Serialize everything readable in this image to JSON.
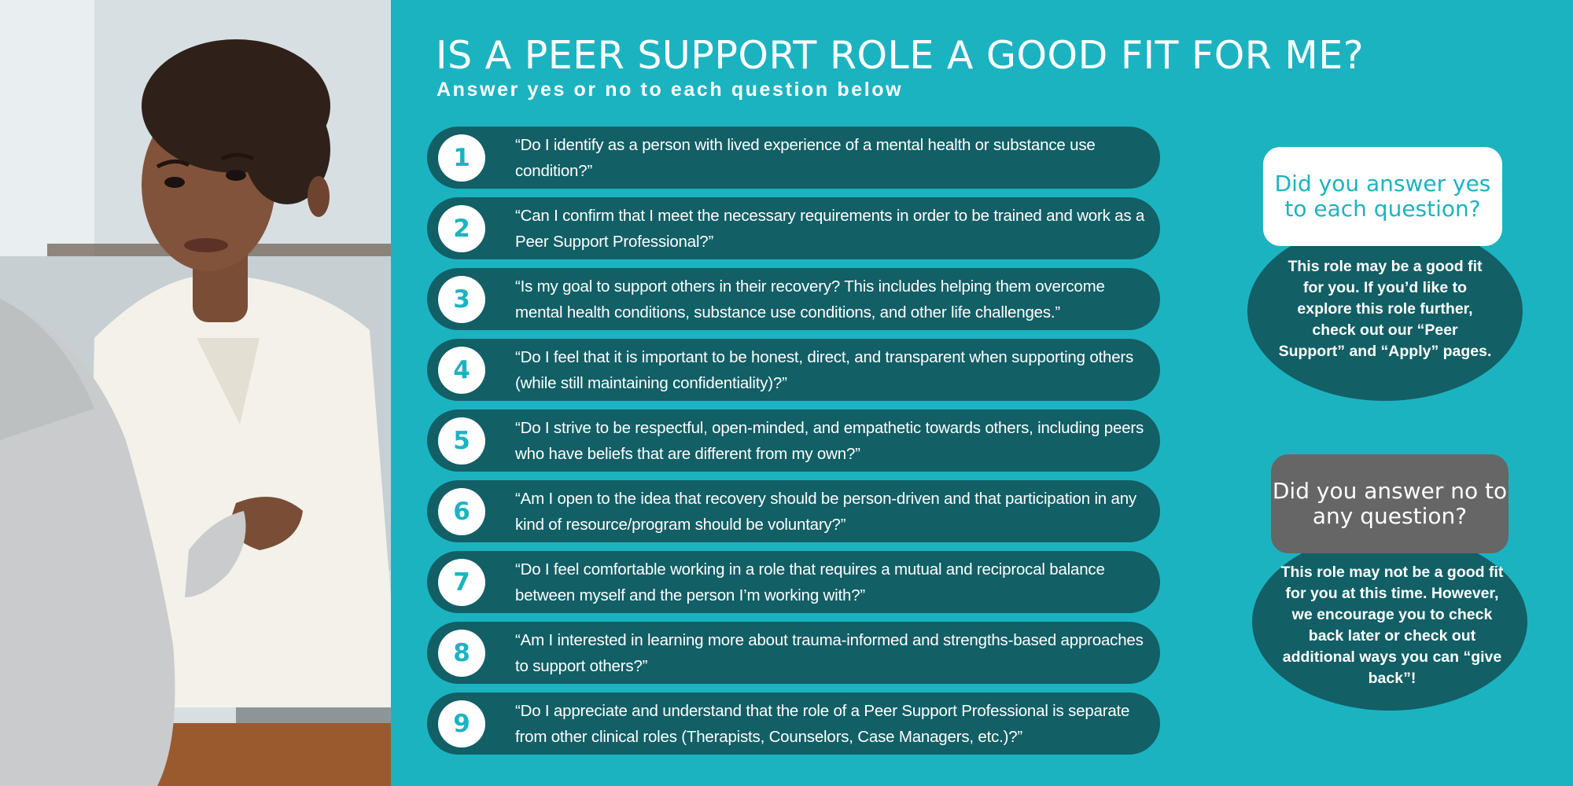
{
  "header": {
    "title": "IS A PEER SUPPORT ROLE A GOOD FIT FOR ME?",
    "subtitle": "Answer yes or no to each question below"
  },
  "questions": [
    {
      "number": "1",
      "text": "“Do I identify as a person with lived experience of a mental health or substance use condition?”"
    },
    {
      "number": "2",
      "text": "“Can I confirm that I meet the necessary requirements in order to be trained and work as a Peer Support Professional?”"
    },
    {
      "number": "3",
      "text": "“Is my goal to support others in their recovery? This includes helping them overcome mental health conditions, substance use conditions, and other life challenges.”"
    },
    {
      "number": "4",
      "text": "“Do I feel that it is important to be honest, direct, and transparent when supporting others (while still maintaining confidentiality)?”"
    },
    {
      "number": "5",
      "text": "“Do I strive to be respectful, open-minded, and empathetic towards others, including peers who have beliefs that are different from my own?”"
    },
    {
      "number": "6",
      "text": "“Am I open to the idea that recovery should be person-driven and that participation in any kind of resource/program should be voluntary?”"
    },
    {
      "number": "7",
      "text": "“Do I feel comfortable working in a role that requires a mutual and reciprocal balance between myself and the person I’m working with?”"
    },
    {
      "number": "8",
      "text": "“Am I interested in learning more about trauma-informed and strengths-based approaches to support others?”"
    },
    {
      "number": "9",
      "text": "“Do I appreciate and understand that the role of a Peer Support Professional is separate from other clinical roles (Therapists, Counselors, Case Managers, etc.)?”"
    }
  ],
  "callouts": {
    "yes": {
      "heading": "Did you answer yes to each question?",
      "body": "This role may be a good fit for you. If you’d like to explore this role further, check out our “Peer Support” and “Apply” pages."
    },
    "no": {
      "heading": "Did you answer no to any question?",
      "body": "This role may not be a good fit for you at this time. However, we encourage you to check back later or check out additional ways you can “give back”!"
    }
  },
  "colors": {
    "background": "#1cb3c1",
    "pill": "#125f66",
    "number_text": "#1cb3c1",
    "yes_heading_bg": "#ffffff",
    "no_heading_bg": "#666666"
  },
  "icons": {
    "photo": "photo-two-people-conversation"
  }
}
